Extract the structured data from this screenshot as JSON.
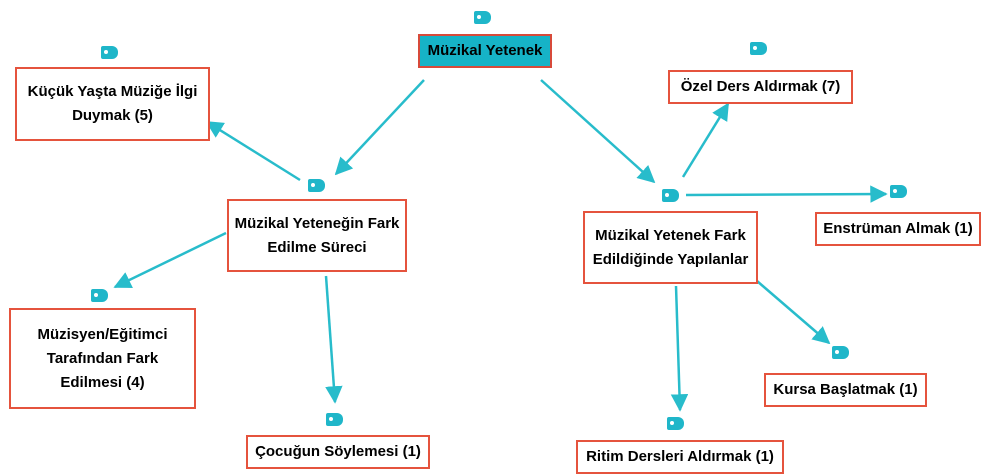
{
  "colors": {
    "edge": "#28bccb",
    "node_border": "#e5533d",
    "root_fill": "#16b3c7",
    "tag_fill": "#1fb6c9"
  },
  "nodes": {
    "root": "Müzikal Yetenek",
    "noticing_process": "Müzikal Yeteneğin Fark Edilme Süreci",
    "actions_taken": "Müzikal Yetenek Fark Edildiğinde Yapılanlar",
    "early_interest": "Küçük Yaşta Müziğe İlgi Duymak (5)",
    "teacher_noticed": "Müzisyen/Eğitimci Tarafından Fark Edilmesi (4)",
    "child_singing": "Çocuğun Söylemesi (1)",
    "private_lessons": "Özel Ders Aldırmak (7)",
    "buy_instrument": "Enstrüman Almak (1)",
    "start_course": "Kursa Başlatmak (1)",
    "rhythm_lessons": "Ritim Dersleri Aldırmak (1)"
  }
}
